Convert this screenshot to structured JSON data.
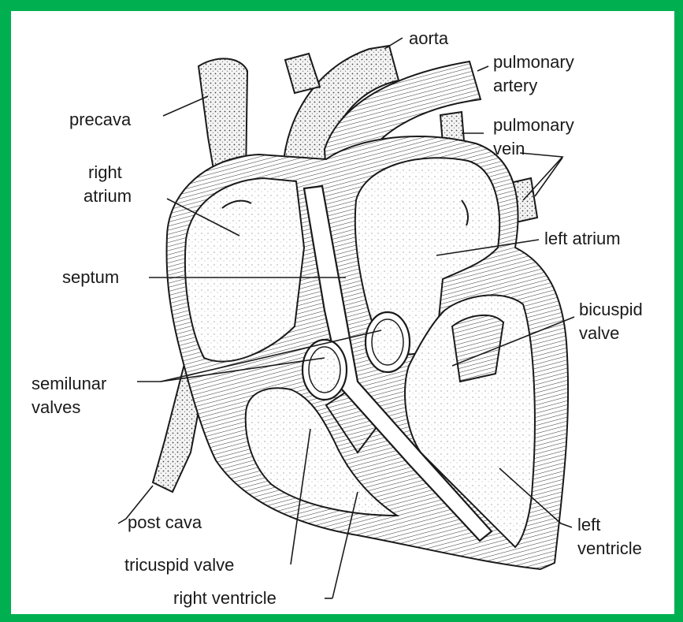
{
  "labels": {
    "aorta": "aorta",
    "pulmonary_artery_1": "pulmonary",
    "pulmonary_artery_2": "artery",
    "precava": "precava",
    "pulmonary_vein_1": "pulmonary",
    "pulmonary_vein_2": "vein",
    "right_atrium_1": "right",
    "right_atrium_2": "atrium",
    "left_atrium": "left atrium",
    "septum": "septum",
    "bicuspid_valve_1": "bicuspid",
    "bicuspid_valve_2": "valve",
    "semilunar_valves_1": "semilunar",
    "semilunar_valves_2": "valves",
    "post_cava": "post cava",
    "left_ventricle_1": "left",
    "left_ventricle_2": "ventricle",
    "tricuspid_valve": "tricuspid valve",
    "right_ventricle": "right ventricle"
  },
  "colors": {
    "border": "#00b050",
    "background": "#ffffff",
    "ink": "#1a1a1a"
  }
}
